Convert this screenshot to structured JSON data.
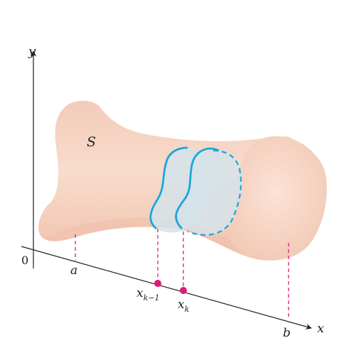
{
  "labels": {
    "y_axis": "y",
    "x_axis": "x",
    "origin": "0",
    "solid": "S",
    "a": "a",
    "b": "b",
    "x_prev_base": "x",
    "x_prev_sub": "k−1",
    "x_k_base": "x",
    "x_k_sub": "k"
  },
  "colors": {
    "solid_fill": "#f6d4c3",
    "solid_shade": "#eebfa9",
    "slice_outline": "#1aa6db",
    "slice_fill": "#d5e3ea",
    "guide_line": "#e0187a",
    "point": "#e0187a",
    "axis": "#231f20"
  }
}
